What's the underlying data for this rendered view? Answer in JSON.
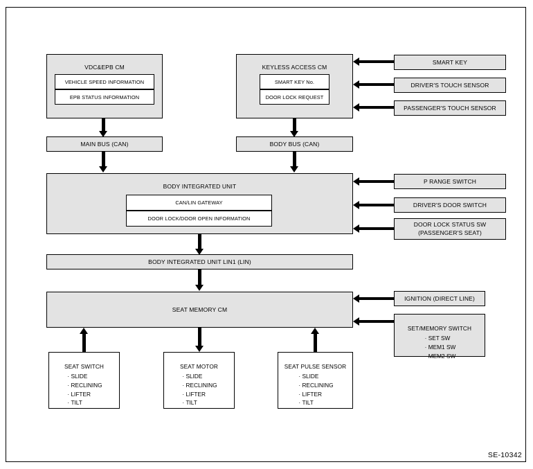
{
  "figure": {
    "code": "SE-10342"
  },
  "modules": {
    "vdc_epb": {
      "title": "VDC&EPB CM",
      "items": [
        "VEHICLE SPEED INFORMATION",
        "EPB STATUS INFORMATION"
      ]
    },
    "keyless_access": {
      "title": "KEYLESS ACCESS CM",
      "items": [
        "SMART KEY No.",
        "DOOR LOCK REQUEST"
      ]
    },
    "body_integrated_unit": {
      "title": "BODY INTEGRATED UNIT",
      "items": [
        "CAN/LIN GATEWAY",
        "DOOR LOCK/DOOR OPEN INFORMATION"
      ]
    },
    "seat_memory_cm": {
      "title": "SEAT MEMORY CM"
    }
  },
  "buses": {
    "main_bus": "MAIN BUS (CAN)",
    "body_bus": "BODY BUS (CAN)",
    "lin1": "BODY INTEGRATED UNIT LIN1 (LIN)"
  },
  "inputs_top": [
    {
      "label": "SMART KEY"
    },
    {
      "label": "DRIVER'S TOUCH SENSOR"
    },
    {
      "label": "PASSENGER'S TOUCH SENSOR"
    }
  ],
  "inputs_middle": [
    {
      "label": "P RANGE SWITCH"
    },
    {
      "label": "DRIVER'S DOOR SWITCH"
    },
    {
      "label_line1": "DOOR LOCK STATUS SW",
      "label_line2": "(PASSENGER'S SEAT)"
    }
  ],
  "inputs_lower": {
    "ignition": "IGNITION (DIRECT LINE)",
    "set_memory_switch": {
      "title": "SET/MEMORY SWITCH",
      "items": [
        "SET SW",
        "MEM1 SW",
        "MEM2 SW"
      ]
    }
  },
  "devices": [
    {
      "title": "SEAT SWITCH",
      "items": [
        "SLIDE",
        "RECLINING",
        "LIFTER",
        "TILT"
      ]
    },
    {
      "title": "SEAT MOTOR",
      "items": [
        "SLIDE",
        "RECLINING",
        "LIFTER",
        "TILT"
      ]
    },
    {
      "title": "SEAT PULSE SENSOR",
      "items": [
        "SLIDE",
        "RECLINING",
        "LIFTER",
        "TILT"
      ]
    }
  ],
  "colors": {
    "module_fill": "#e3e3e3",
    "sub_fill": "#ffffff",
    "stroke": "#000000"
  }
}
